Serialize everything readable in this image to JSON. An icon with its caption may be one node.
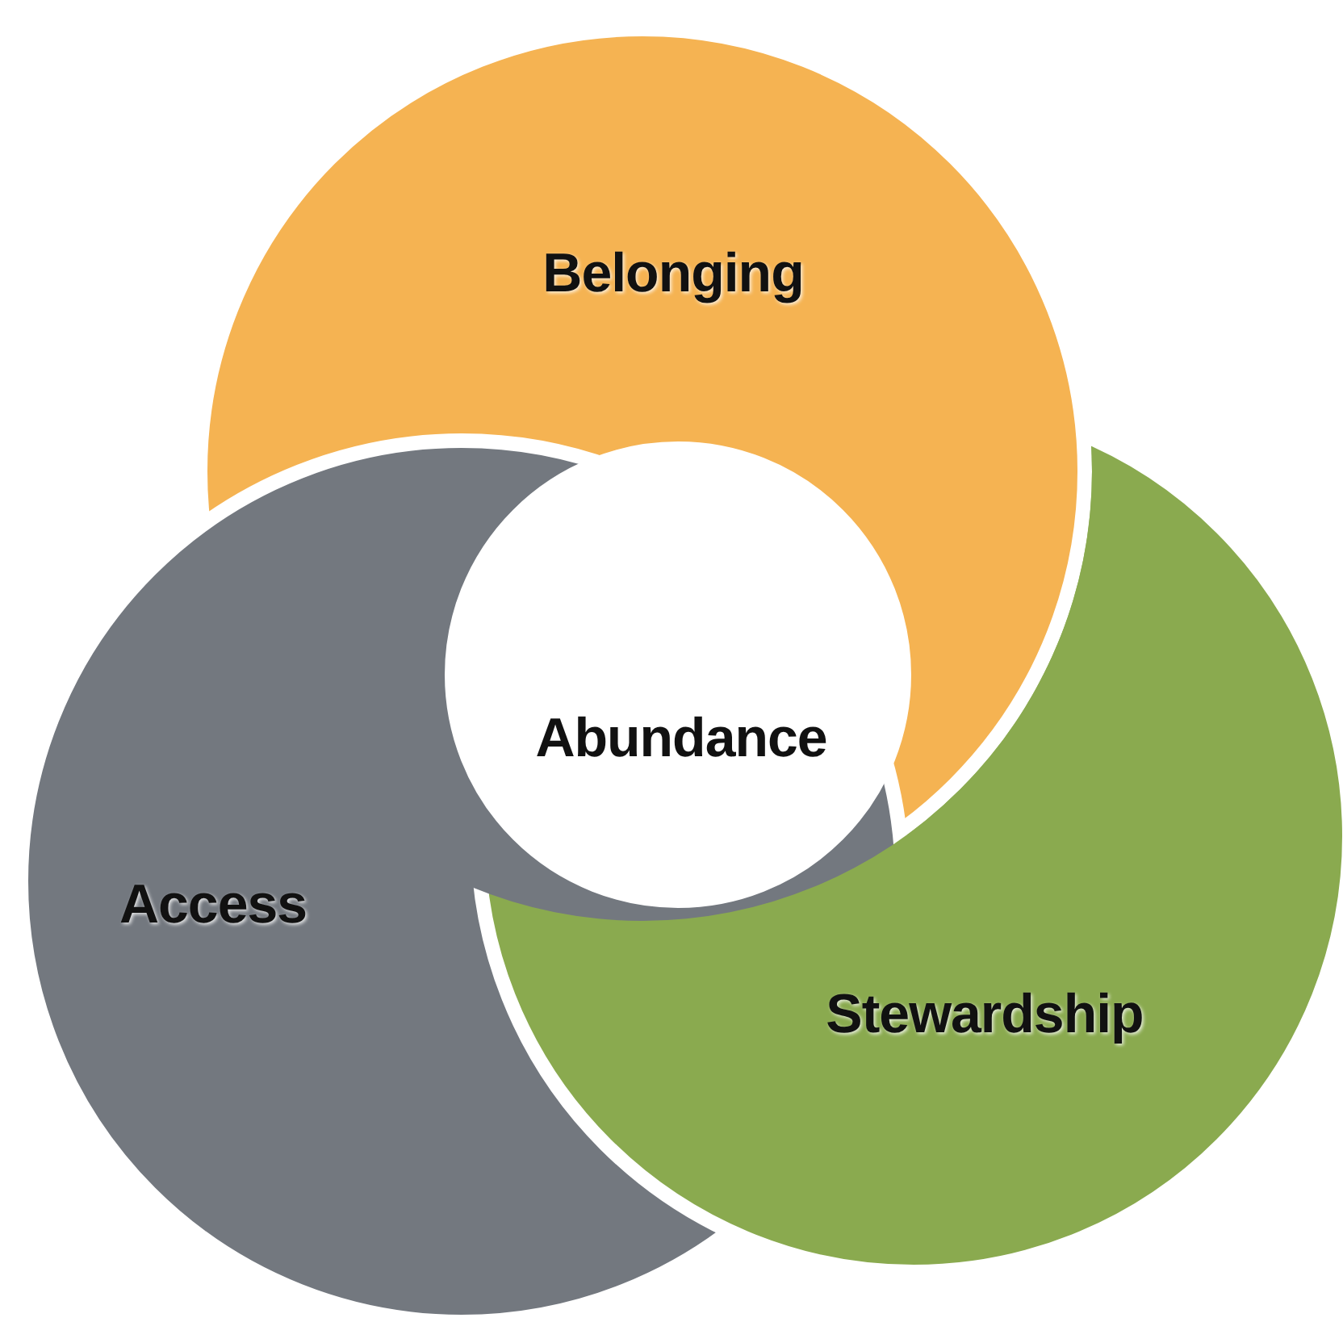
{
  "diagram": {
    "nodes": [
      {
        "text": [
          "Belonging"
        ]
      },
      {
        "text": [
          "Abundance"
        ]
      },
      {
        "text": [
          "Access"
        ]
      },
      {
        "text": [
          "Stewardship"
        ]
      }
    ]
  }
}
